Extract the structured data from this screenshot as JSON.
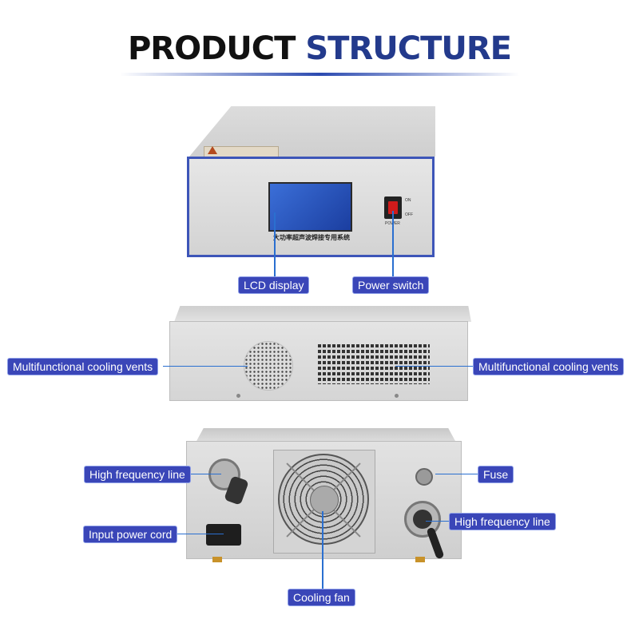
{
  "header": {
    "title_word1": "PRODUCT",
    "title_word2": "STRUCTURE"
  },
  "front_unit": {
    "panel_text": "大功率超声波焊接专用系统",
    "switch_on": "ON",
    "switch_off": "OFF",
    "switch_label": "POWER"
  },
  "callouts": {
    "lcd_display": "LCD display",
    "power_switch": "Power switch",
    "cooling_vents_left": "Multifunctional cooling vents",
    "cooling_vents_right": "Multifunctional cooling vents",
    "hf_line_left": "High frequency line",
    "fuse": "Fuse",
    "input_power_cord": "Input power cord",
    "hf_line_right": "High frequency line",
    "cooling_fan": "Cooling fan"
  },
  "colors": {
    "accent": "#233a8c",
    "label_bg": "#3a46b8",
    "leader_line": "#2a6fd0",
    "lcd": "#2b56c4"
  }
}
